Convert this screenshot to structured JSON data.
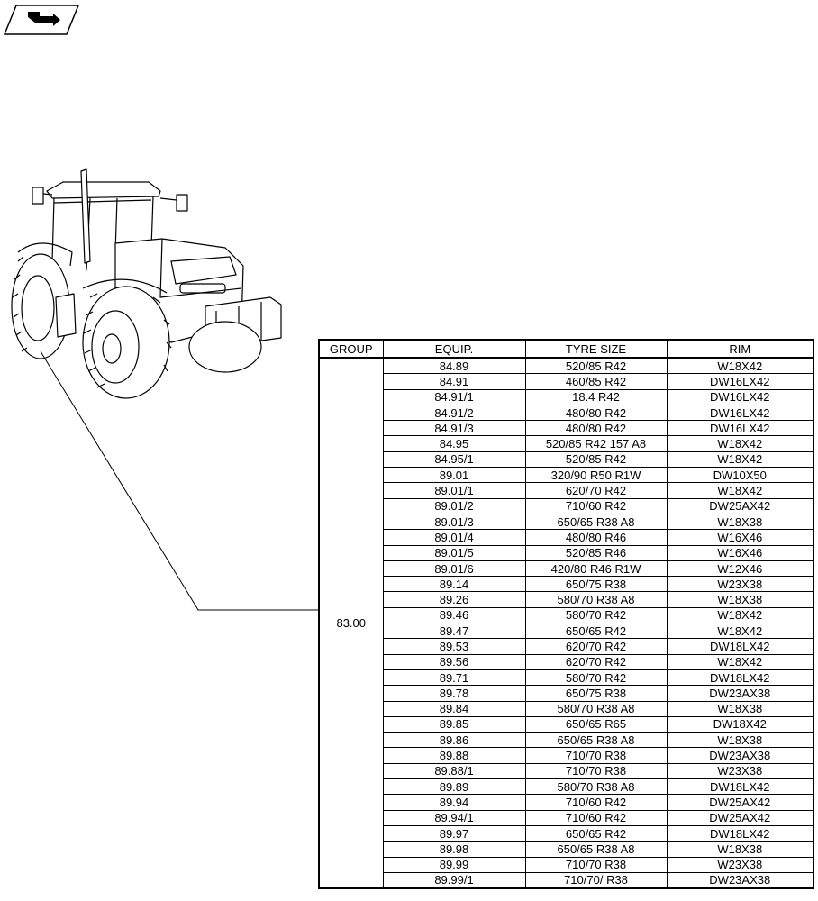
{
  "nav": {
    "icon": "arrow-right-box-icon"
  },
  "table": {
    "headers": {
      "group": "GROUP",
      "equip": "EQUIP.",
      "tyre": "TYRE SIZE",
      "rim": "RIM"
    },
    "group_value": "83.00",
    "rows": [
      {
        "equip": "84.89",
        "tyre": "520/85 R42",
        "rim": "W18X42"
      },
      {
        "equip": "84.91",
        "tyre": "460/85 R42",
        "rim": "DW16LX42"
      },
      {
        "equip": "84.91/1",
        "tyre": "18.4 R42",
        "rim": "DW16LX42"
      },
      {
        "equip": "84.91/2",
        "tyre": "480/80 R42",
        "rim": "DW16LX42"
      },
      {
        "equip": "84.91/3",
        "tyre": "480/80 R42",
        "rim": "DW16LX42"
      },
      {
        "equip": "84.95",
        "tyre": "520/85 R42 157 A8",
        "rim": "W18X42"
      },
      {
        "equip": "84.95/1",
        "tyre": "520/85 R42",
        "rim": "W18X42"
      },
      {
        "equip": "89.01",
        "tyre": "320/90 R50 R1W",
        "rim": "DW10X50"
      },
      {
        "equip": "89.01/1",
        "tyre": "620/70 R42",
        "rim": "W18X42"
      },
      {
        "equip": "89.01/2",
        "tyre": "710/60 R42",
        "rim": "DW25AX42"
      },
      {
        "equip": "89.01/3",
        "tyre": "650/65 R38 A8",
        "rim": "W18X38"
      },
      {
        "equip": "89.01/4",
        "tyre": "480/80 R46",
        "rim": "W16X46"
      },
      {
        "equip": "89.01/5",
        "tyre": "520/85 R46",
        "rim": "W16X46"
      },
      {
        "equip": "89.01/6",
        "tyre": "420/80 R46 R1W",
        "rim": "W12X46"
      },
      {
        "equip": "89.14",
        "tyre": "650/75 R38",
        "rim": "W23X38"
      },
      {
        "equip": "89.26",
        "tyre": "580/70 R38 A8",
        "rim": "W18X38"
      },
      {
        "equip": "89.46",
        "tyre": "580/70 R42",
        "rim": "W18X42"
      },
      {
        "equip": "89.47",
        "tyre": "650/65 R42",
        "rim": "W18X42"
      },
      {
        "equip": "89.53",
        "tyre": "620/70 R42",
        "rim": "DW18LX42"
      },
      {
        "equip": "89.56",
        "tyre": "620/70 R42",
        "rim": "W18X42"
      },
      {
        "equip": "89.71",
        "tyre": "580/70 R42",
        "rim": "DW18LX42"
      },
      {
        "equip": "89.78",
        "tyre": "650/75 R38",
        "rim": "DW23AX38"
      },
      {
        "equip": "89.84",
        "tyre": "580/70 R38 A8",
        "rim": "W18X38"
      },
      {
        "equip": "89.85",
        "tyre": "650/65 R65",
        "rim": "DW18X42"
      },
      {
        "equip": "89.86",
        "tyre": "650/65 R38 A8",
        "rim": "W18X38"
      },
      {
        "equip": "89.88",
        "tyre": "710/70 R38",
        "rim": "DW23AX38"
      },
      {
        "equip": "89.88/1",
        "tyre": "710/70 R38",
        "rim": "W23X38"
      },
      {
        "equip": "89.89",
        "tyre": "580/70 R38 A8",
        "rim": "DW18LX42"
      },
      {
        "equip": "89.94",
        "tyre": "710/60 R42",
        "rim": "DW25AX42"
      },
      {
        "equip": "89.94/1",
        "tyre": "710/60 R42",
        "rim": "DW25AX42"
      },
      {
        "equip": "89.97",
        "tyre": "650/65 R42",
        "rim": "DW18LX42"
      },
      {
        "equip": "89.98",
        "tyre": "650/65 R38 A8",
        "rim": "W18X38"
      },
      {
        "equip": "89.99",
        "tyre": "710/70 R38",
        "rim": "W23X38"
      },
      {
        "equip": "89.99/1",
        "tyre": "710/70/ R38",
        "rim": "DW23AX38"
      }
    ]
  }
}
